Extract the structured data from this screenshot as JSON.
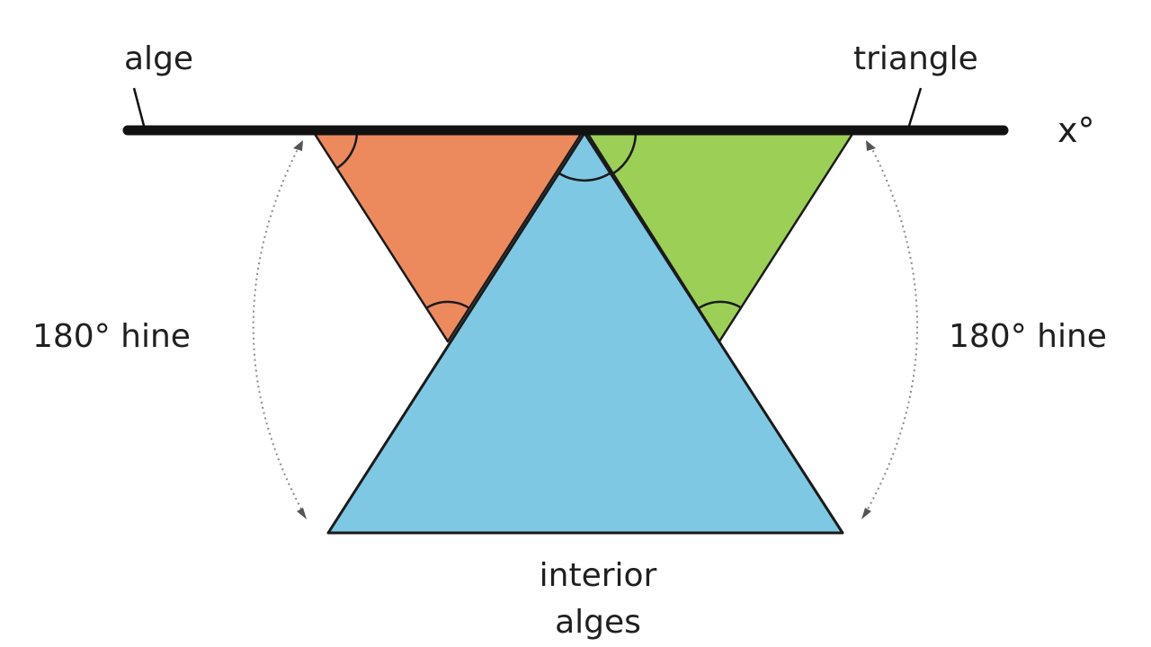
{
  "labels": {
    "top_left": "alge",
    "top_right": "triangle",
    "line_end": "x°",
    "left_side": "180° hine",
    "right_side": "180° hine",
    "bottom_line1": "interior",
    "bottom_line2": "alges"
  },
  "colors": {
    "left_triangle": "#ec8a5e",
    "right_triangle": "#9ccf56",
    "center_triangle": "#7ec8e3",
    "line": "#111111",
    "arrow": "#8a8a8a"
  }
}
